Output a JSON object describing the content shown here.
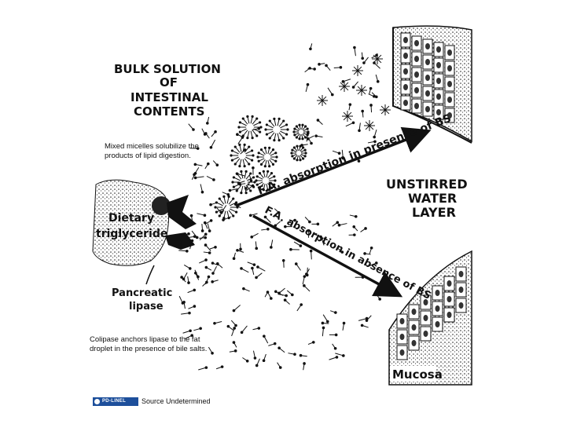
{
  "labels": {
    "bulk_solution": [
      "BULK SOLUTION",
      "OF",
      "INTESTINAL",
      "CONTENTS"
    ],
    "unstirred_water_layer": [
      "UNSTIRRED",
      "WATER",
      "LAYER"
    ],
    "dietary_triglyceride": [
      "Dietary",
      "triglyceride"
    ],
    "pancreatic_lipase": [
      "Pancreatic",
      "lipase"
    ],
    "mucosa": "Mucosa",
    "arrow_upper": "F.A. absorption in presence of BS",
    "arrow_lower": "F.A. absorption in absence of BS"
  },
  "notes": {
    "micelles": "Mixed micelles solubilize the products of lipid digestion.",
    "colipase": "Colipase anchors lipase to the fat droplet in the presence of bile salts."
  },
  "source": {
    "badge_text": "PD-LINEL",
    "label": "Source Undetermined",
    "badge_color": "#1d4f9b"
  }
}
